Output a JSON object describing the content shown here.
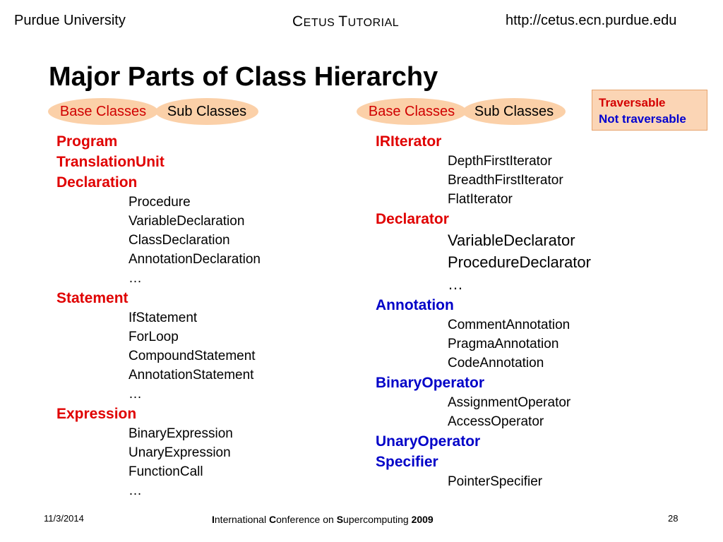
{
  "header": {
    "left": "Purdue University",
    "center_cap1": "C",
    "center_rest1": "ETUS ",
    "center_cap2": "T",
    "center_rest2": "UTORIAL",
    "right": "http://cetus.ecn.purdue.edu"
  },
  "title": "Major Parts of Class Hierarchy",
  "legend": {
    "traversable": "Traversable",
    "not_traversable": "Not traversable"
  },
  "pills": {
    "base": "Base Classes",
    "sub": "Sub Classes"
  },
  "left_column": [
    {
      "text": "Program",
      "kind": "base-red"
    },
    {
      "text": "TranslationUnit",
      "kind": "base-red"
    },
    {
      "text": "Declaration",
      "kind": "base-red"
    },
    {
      "text": "Procedure",
      "kind": "sub"
    },
    {
      "text": "VariableDeclaration",
      "kind": "sub"
    },
    {
      "text": "ClassDeclaration",
      "kind": "sub"
    },
    {
      "text": "AnnotationDeclaration",
      "kind": "sub"
    },
    {
      "text": "…",
      "kind": "sub"
    },
    {
      "text": "Statement",
      "kind": "base-red"
    },
    {
      "text": "IfStatement",
      "kind": "sub"
    },
    {
      "text": "ForLoop",
      "kind": "sub"
    },
    {
      "text": "CompoundStatement",
      "kind": "sub"
    },
    {
      "text": "AnnotationStatement",
      "kind": "sub"
    },
    {
      "text": "…",
      "kind": "sub"
    },
    {
      "text": "Expression",
      "kind": "base-red"
    },
    {
      "text": "BinaryExpression",
      "kind": "sub"
    },
    {
      "text": "UnaryExpression",
      "kind": "sub"
    },
    {
      "text": "FunctionCall",
      "kind": "sub"
    },
    {
      "text": "…",
      "kind": "sub"
    }
  ],
  "right_column": [
    {
      "text": "IRIterator",
      "kind": "base-red"
    },
    {
      "text": "DepthFirstIterator",
      "kind": "sub"
    },
    {
      "text": "BreadthFirstIterator",
      "kind": "sub"
    },
    {
      "text": "FlatIterator",
      "kind": "sub"
    },
    {
      "text": "Declarator",
      "kind": "base-red"
    },
    {
      "text": "VariableDeclarator",
      "kind": "sub-lg"
    },
    {
      "text": "ProcedureDeclarator",
      "kind": "sub-lg"
    },
    {
      "text": "…",
      "kind": "sub-lg"
    },
    {
      "text": "Annotation",
      "kind": "base-blue"
    },
    {
      "text": "CommentAnnotation",
      "kind": "sub"
    },
    {
      "text": "PragmaAnnotation",
      "kind": "sub"
    },
    {
      "text": "CodeAnnotation",
      "kind": "sub"
    },
    {
      "text": "BinaryOperator",
      "kind": "base-blue"
    },
    {
      "text": "AssignmentOperator",
      "kind": "sub"
    },
    {
      "text": "AccessOperator",
      "kind": "sub"
    },
    {
      "text": "UnaryOperator",
      "kind": "base-blue"
    },
    {
      "text": "Specifier",
      "kind": "base-blue"
    },
    {
      "text": "PointerSpecifier",
      "kind": "sub"
    }
  ],
  "footer": {
    "date": "11/3/2014",
    "conf_i": "I",
    "conf_1": "nternational ",
    "conf_c": "C",
    "conf_2": "onference on ",
    "conf_s": "S",
    "conf_3": "upercomputing ",
    "conf_year": "2009",
    "page": "28"
  },
  "colors": {
    "traversable": "#e00000",
    "not_traversable": "#0000c8",
    "pill_fill": "#fbd0a8",
    "legend_fill": "#fbd5b5"
  }
}
